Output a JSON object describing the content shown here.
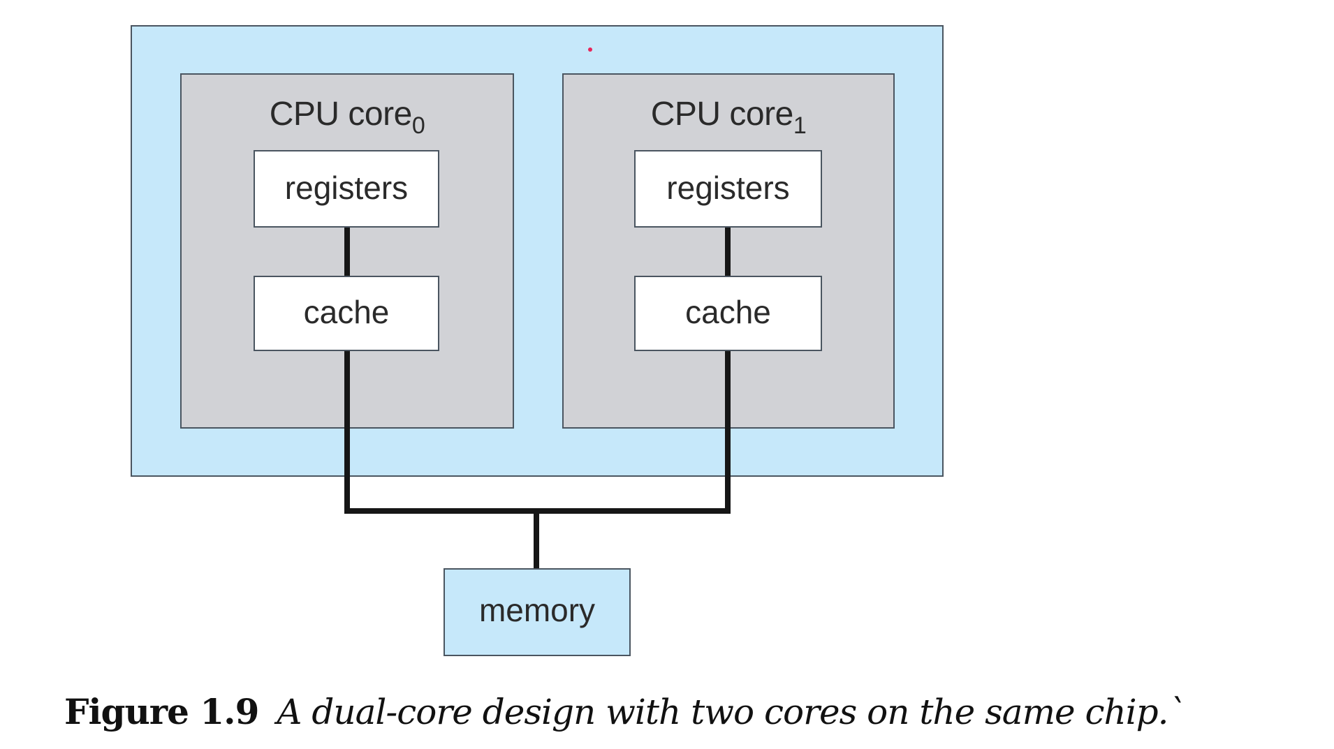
{
  "diagram": {
    "chip": {
      "fill_color": "#c6e8fa"
    },
    "cores": [
      {
        "label": "CPU core",
        "subscript": "0",
        "registers_label": "registers",
        "cache_label": "cache"
      },
      {
        "label": "CPU core",
        "subscript": "1",
        "registers_label": "registers",
        "cache_label": "cache"
      }
    ],
    "core_fill_color": "#d1d2d6",
    "memory": {
      "label": "memory"
    },
    "wire_color": "#161616"
  },
  "caption": {
    "figure_number": "Figure 1.9",
    "text": "A dual-core design with two cores on the same chip.`"
  }
}
